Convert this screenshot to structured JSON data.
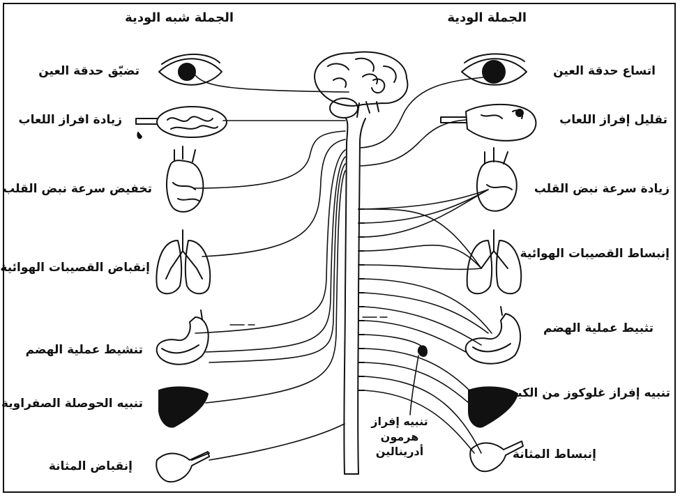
{
  "headers": {
    "parasympathetic": "الجملة شبه الودية",
    "sympathetic": "الجملة الودية"
  },
  "parasympathetic_effects": [
    "تضيّق حدقة العين",
    "زيادة افراز اللعاب",
    "تخفيض سرعة نبض القلب",
    "إنقباض القصيبات الهوائية",
    "تنشيط عملية الهضم",
    "تنبيه الحوصلة الصفراوية",
    "إنقباض المثانة"
  ],
  "sympathetic_effects": [
    "اتساع حدقة العين",
    "تقليل إفراز اللعاب",
    "زيادة سرعة نبض القلب",
    "إنبساط القصيبات الهوائية",
    "تثبيط عملية الهضم",
    "تنبيه إفراز غلوكوز من الكبد",
    "إنبساط المثانة"
  ],
  "adrenal": [
    "تنبيه إفراز",
    "هرمون",
    "أدرينالين"
  ],
  "colors": {
    "ink": "#111111",
    "background": "#ffffff"
  }
}
